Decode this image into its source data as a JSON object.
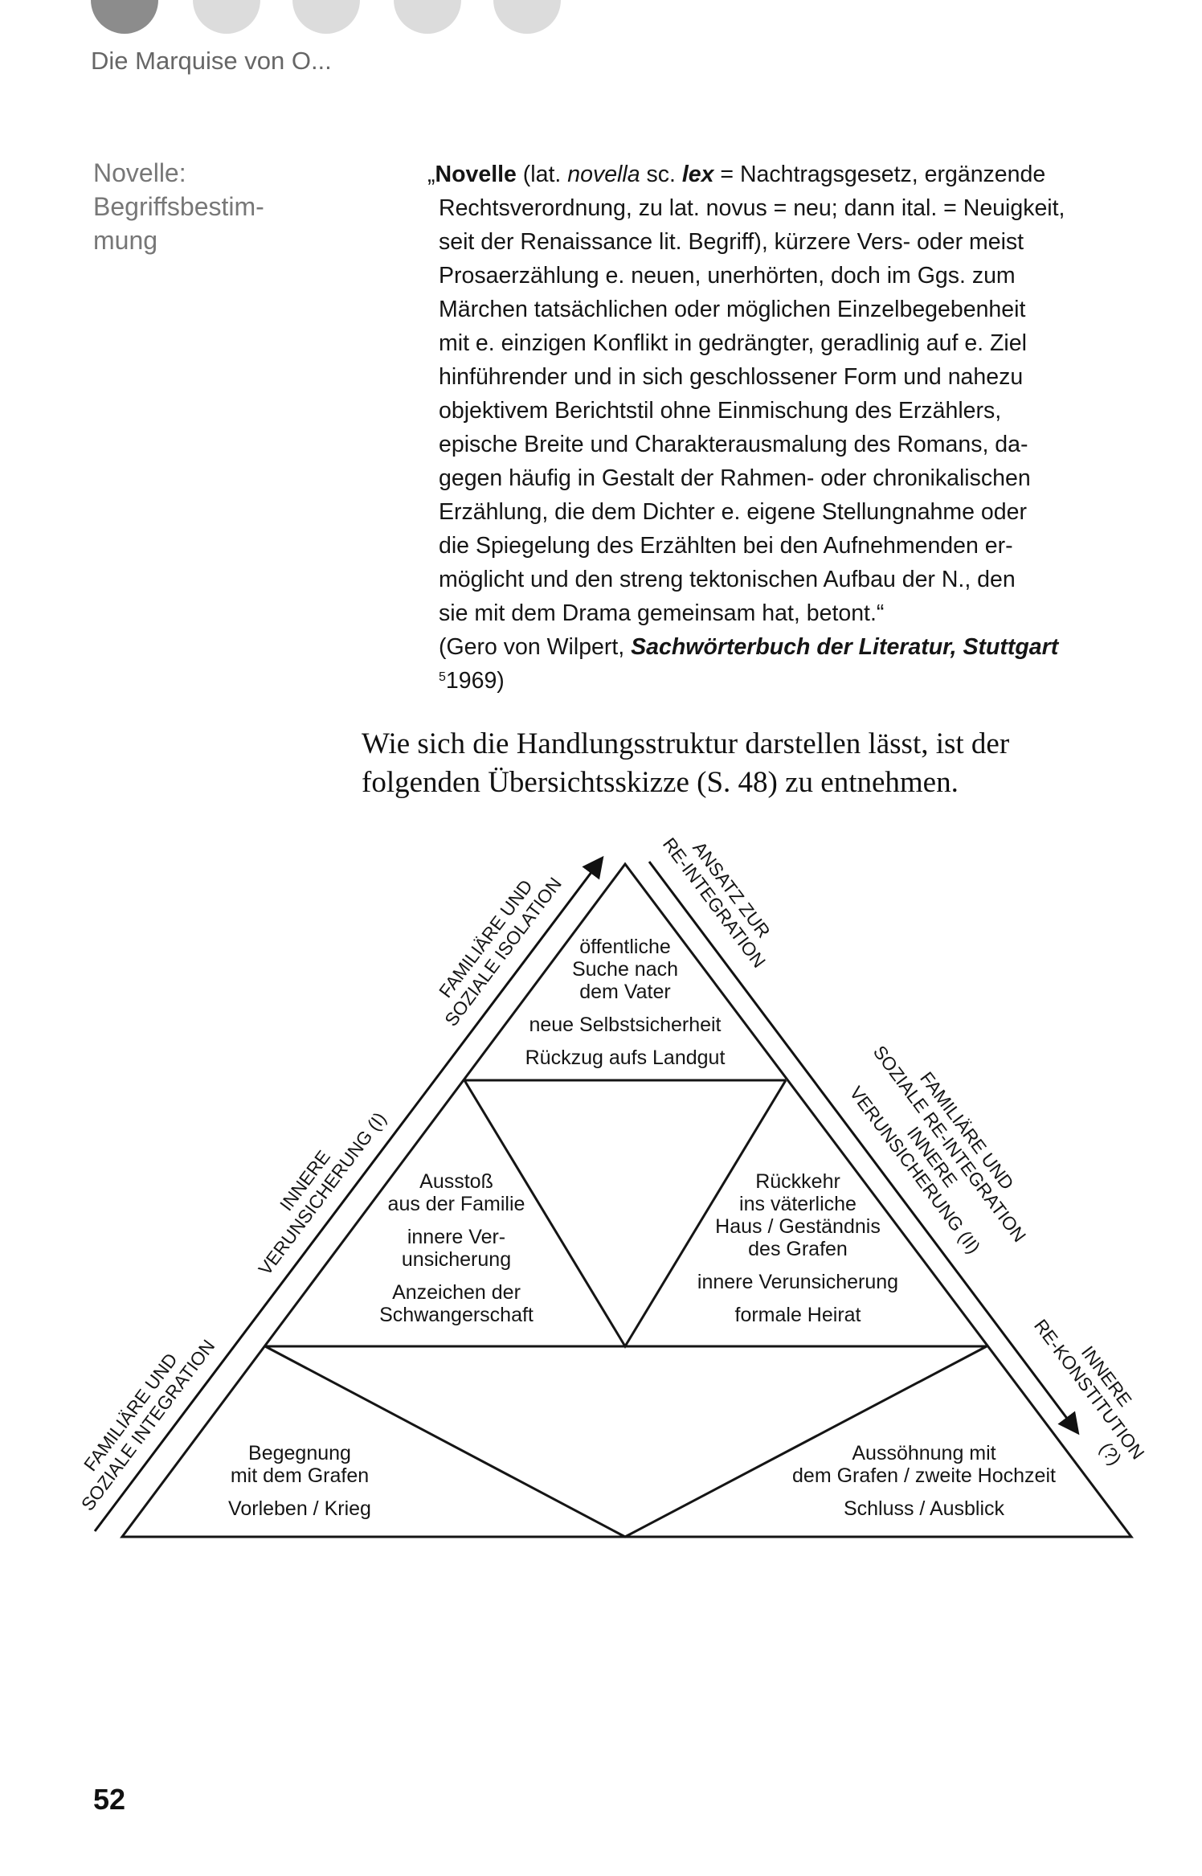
{
  "header": {
    "running_head": "Die Marquise von O..."
  },
  "margin_note": [
    "Novelle:",
    "Begriffsbestim-",
    "mung"
  ],
  "definition": {
    "quote_open": "„",
    "term": "Novelle",
    "l1a": " (lat. ",
    "l1b": "novella",
    "l1c": " sc. ",
    "l1d": "lex",
    "l1e": " = Nachtragsgesetz, ergänzende",
    "l2": "Rechtsverordnung, zu lat. novus = neu; dann ital. = Neuigkeit,",
    "l3": "seit der Renaissance lit. Begriff), kürzere Vers- oder meist",
    "l4": "Prosaerzählung e. neuen, unerhörten, doch im Ggs. zum",
    "l5": "Märchen tatsächlichen oder möglichen Einzelbegebenheit",
    "l6": "mit e. einzigen Konflikt in gedrängter, geradlinig auf e. Ziel",
    "l7": "hinführender und in sich geschlossener Form und nahezu",
    "l8": "objektivem Berichtstil ohne Einmischung des Erzählers,",
    "l9": "epische Breite und Charakterausmalung des Romans, da-",
    "l10": "gegen häufig in Gestalt der Rahmen- oder chronikalischen",
    "l11": "Erzählung, die dem Dichter e. eigene Stellungnahme oder",
    "l12": "die Spiegelung des Erzählten bei den Aufnehmenden er-",
    "l13": "möglicht und den streng tektonischen Aufbau der N., den",
    "l14": "sie mit dem Drama gemeinsam hat, betont.“",
    "src_a": "(Gero von Wilpert, ",
    "src_b": "Sachwörterbuch der Literatur, Stuttgart",
    "src_edition": "5",
    "src_year": "1969)"
  },
  "intro": [
    "Wie sich die Handlungsstruktur darstellen lässt, ist der",
    "folgenden Übersichtsskizze (S. 48) zu entnehmen."
  ],
  "diagram": {
    "top_box": [
      "öffentliche",
      "Suche nach",
      "dem Vater",
      "neue Selbstsicherheit",
      "Rückzug aufs Landgut"
    ],
    "left_box": [
      "Ausstoß",
      "aus der Familie",
      "innere Ver-",
      "unsicherung",
      "Anzeichen der",
      "Schwangerschaft"
    ],
    "right_box": [
      "Rückkehr",
      "ins väterliche",
      "Haus / Geständnis",
      "des Grafen",
      "innere Verunsicherung",
      "formale Heirat"
    ],
    "bottom_left_box": [
      "Begegnung",
      "mit dem Grafen",
      "Vorleben / Krieg"
    ],
    "bottom_right_box": [
      "Aussöhnung mit",
      "dem Grafen / zweite Hochzeit",
      "Schluss / Ausblick"
    ],
    "left_side_labels": {
      "lower": [
        "FAMILIÄRE UND",
        "SOZIALE INTEGRATION"
      ],
      "middle": [
        "INNERE",
        "VERUNSICHERUNG (I)"
      ],
      "upper": [
        "FAMILIÄRE UND",
        "SOZIALE ISOLATION"
      ]
    },
    "right_side_labels": {
      "upper": [
        "ANSATZ ZUR",
        "RE-INTEGRATION"
      ],
      "middle": [
        "FAMILIÄRE UND",
        "SOZIALE RE-INTEGRATION",
        "INNERE",
        "VERUNSICHERUNG (II)"
      ],
      "lower": [
        "INNERE",
        "RE-KONSTITUTION",
        "(?)"
      ]
    }
  },
  "footer": {
    "page_number": "52"
  }
}
